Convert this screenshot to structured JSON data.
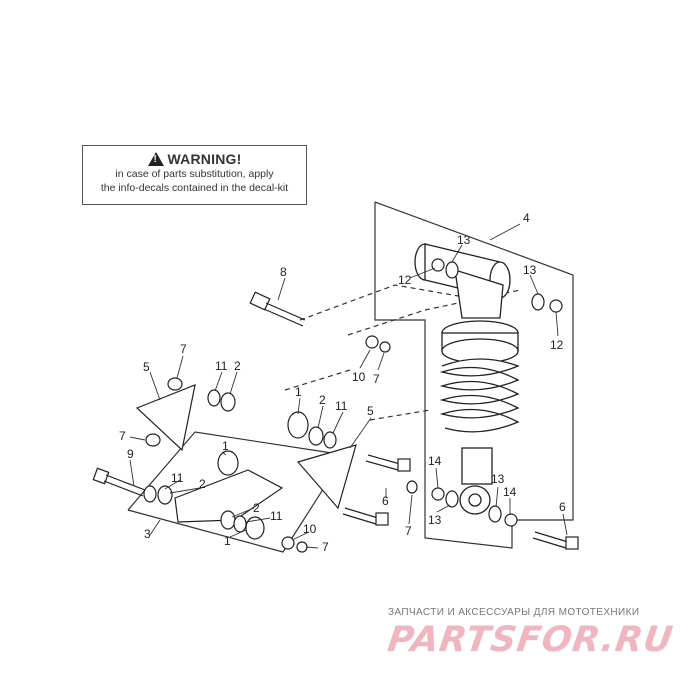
{
  "warning": {
    "icon": "warning-triangle-icon",
    "title": "WARNING!",
    "line1": "in case of parts substitution, apply",
    "line2": "the info-decals contained in the decal-kit"
  },
  "callouts": {
    "c_4": "4",
    "c_13_top": "13",
    "c_12_left": "12",
    "c_13_right": "13",
    "c_12_right": "12",
    "c_8": "8",
    "c_10_mid": "10",
    "c_7_mid": "7",
    "c_5_left": "5",
    "c_7_left_top": "7",
    "c_11_left": "11",
    "c_2_left": "2",
    "c_7_left": "7",
    "c_9": "9",
    "c_1_upper_left": "1",
    "c_11_lower_left": "11",
    "c_2_lower_left": "2",
    "c_3": "3",
    "c_2_lower_mid": "2",
    "c_11_lower_mid": "11",
    "c_1_lower": "1",
    "c_10_lower": "10",
    "c_7_lower": "7",
    "c_1_mid": "1",
    "c_2_mid": "2",
    "c_11_mid": "11",
    "c_5_right": "5",
    "c_6_mid": "6",
    "c_7_right": "7",
    "c_14_left": "14",
    "c_13_lower_left": "13",
    "c_13_lower_right": "13",
    "c_14_right": "14",
    "c_6_right": "6"
  },
  "footer": {
    "caption": "ЗАПЧАСТИ И АКСЕССУАРЫ ДЛЯ МОТОТЕХНИКИ",
    "brand": "PARTSFOR.RU",
    "brand_color": "#f0b5bf"
  }
}
